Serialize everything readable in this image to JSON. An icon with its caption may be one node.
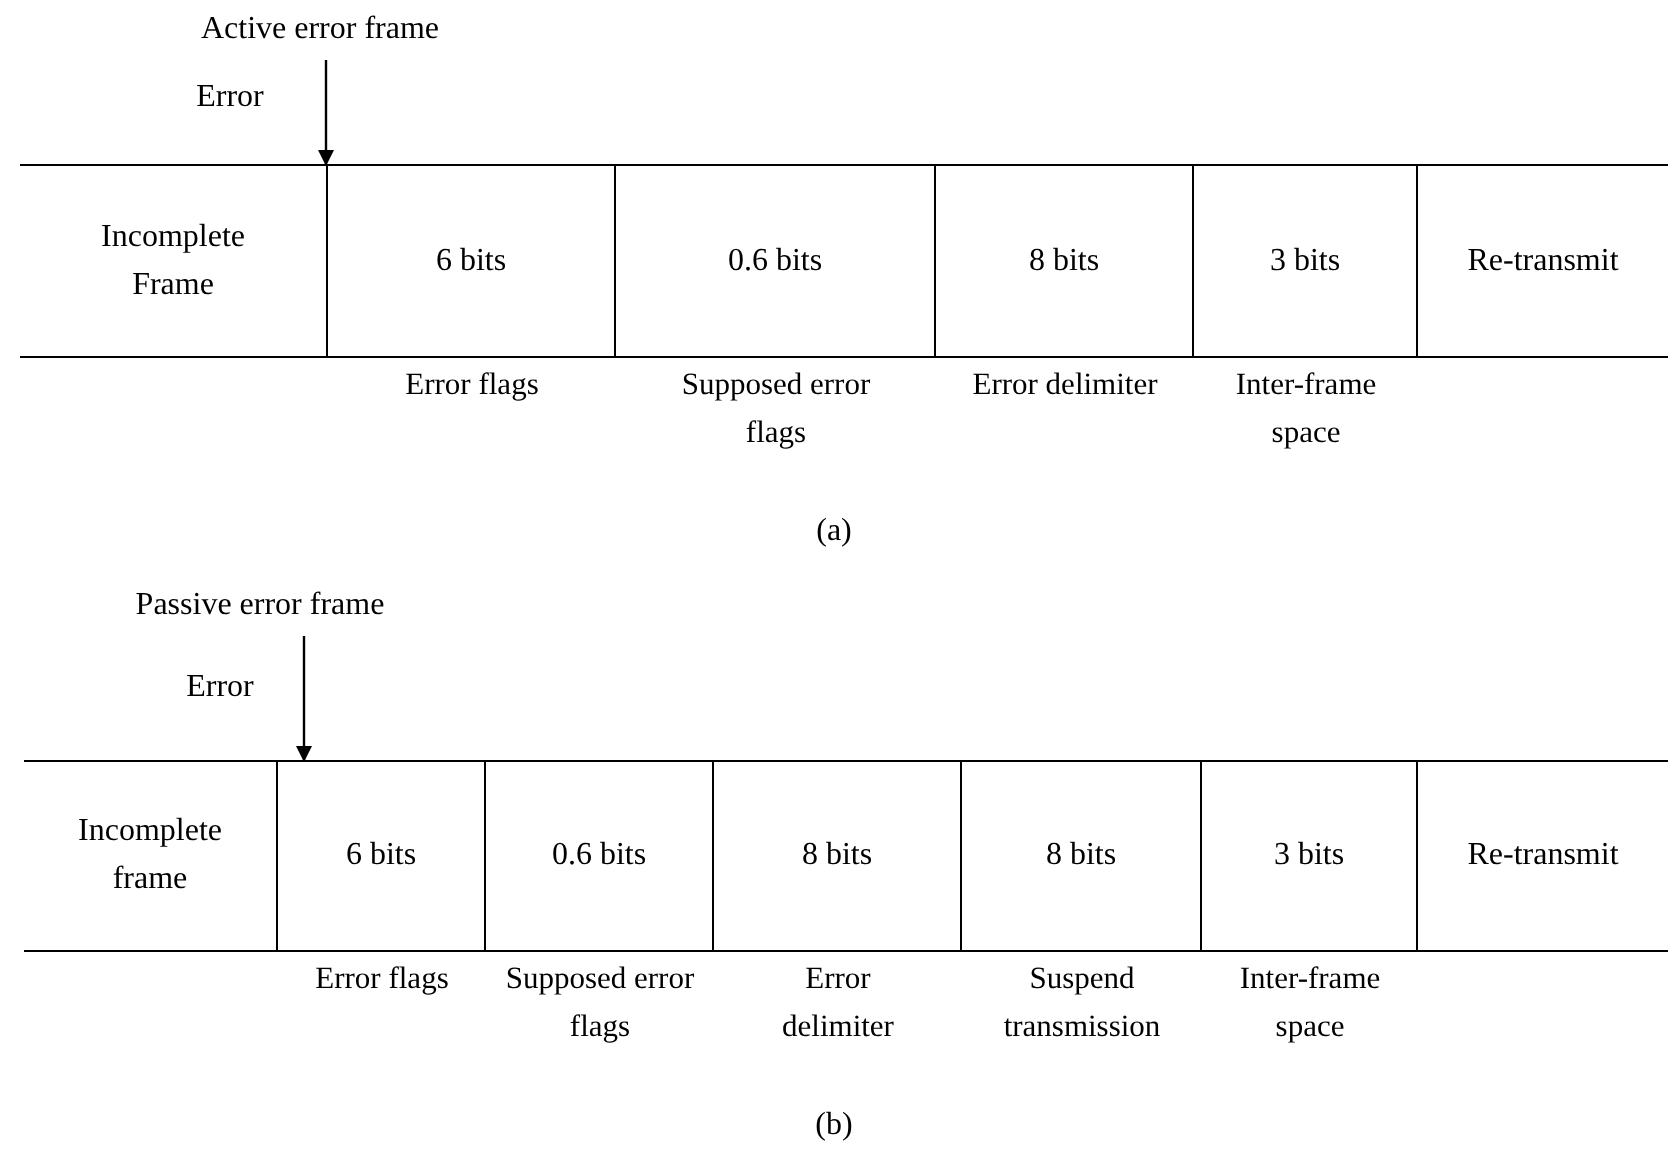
{
  "diagram": {
    "nodes": [
      {
        "text": [
          "Incomplete Frame"
        ]
      },
      {
        "text": [
          "6 bits"
        ],
        "beside": [
          "Error flags"
        ]
      },
      {
        "text": [
          "0.6 bits"
        ],
        "beside": [
          "Supposed error flags"
        ]
      },
      {
        "text": [
          "8 bits"
        ],
        "beside": [
          "Error delimiter"
        ]
      },
      {
        "text": [
          "3 bits"
        ],
        "beside": [
          "Inter-frame space"
        ]
      },
      {
        "text": [
          "Re-transmit"
        ]
      },
      {
        "text": [
          "Incomplete frame"
        ]
      },
      {
        "text": [
          "6 bits"
        ],
        "beside": [
          "Error flags"
        ]
      },
      {
        "text": [
          "0.6 bits"
        ],
        "beside": [
          "Supposed error flags"
        ]
      },
      {
        "text": [
          "8 bits"
        ],
        "beside": [
          "Error delimiter"
        ]
      },
      {
        "text": [
          "8 bits"
        ],
        "beside": [
          "Suspend transmission"
        ]
      },
      {
        "text": [
          "3 bits"
        ],
        "beside": [
          "Inter-frame space"
        ]
      },
      {
        "text": [
          "Re-transmit"
        ]
      }
    ],
    "edges": [
      {
        "from": null,
        "to": 1,
        "arrow": "to"
      },
      {
        "from": null,
        "to": 7,
        "arrow": "to"
      }
    ],
    "labels": [
      "Active error frame",
      "Error",
      "(a)",
      "Passive error frame",
      "Error",
      "(b)"
    ]
  }
}
